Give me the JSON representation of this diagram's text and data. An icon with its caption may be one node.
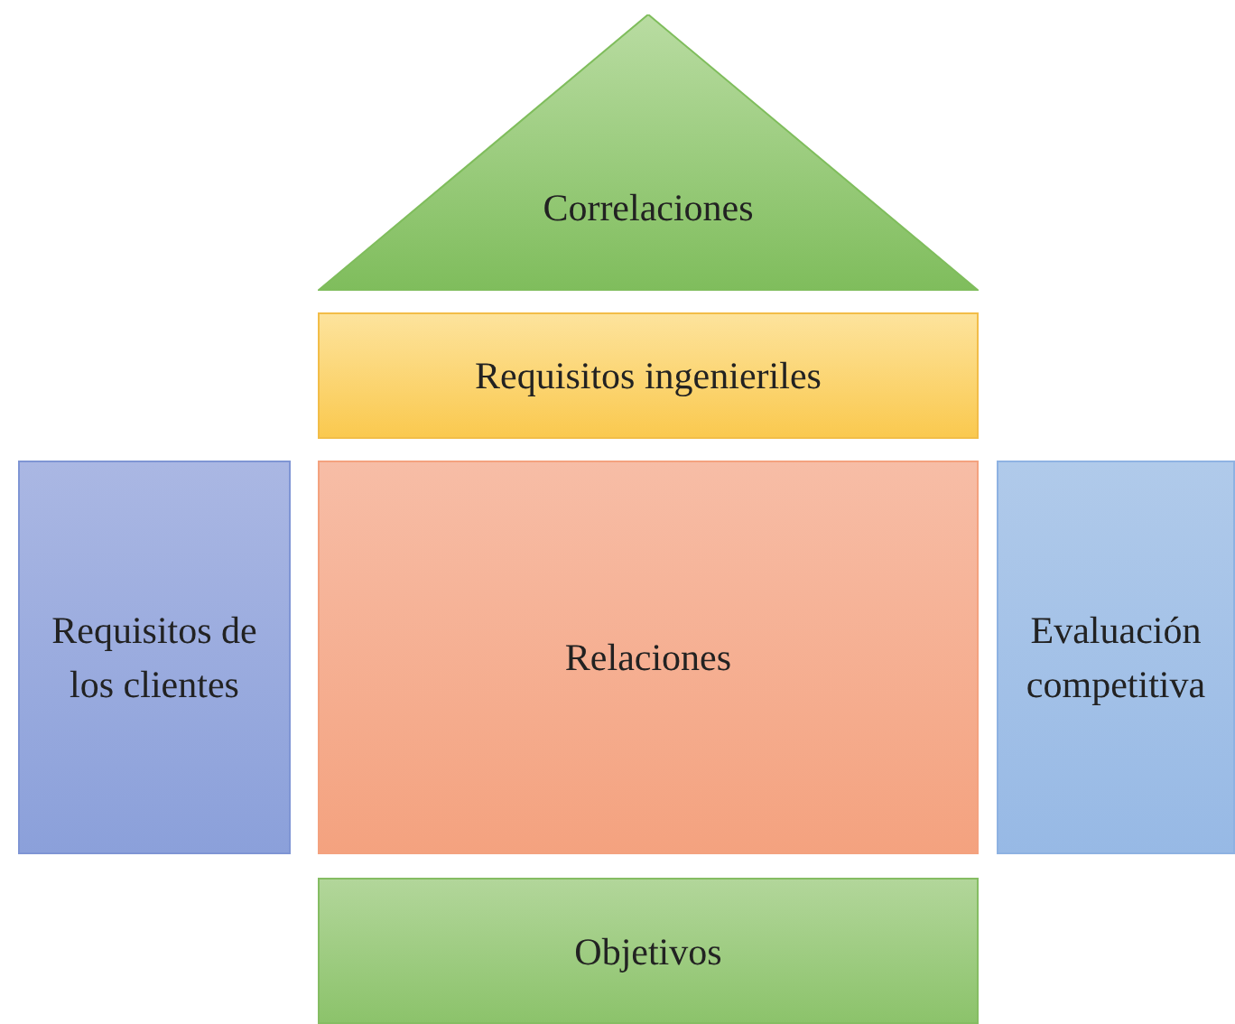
{
  "diagram": {
    "nodes": [
      {
        "text": [
          "Correlaciones"
        ]
      },
      {
        "text": [
          "Requisitos ingenieriles"
        ]
      },
      {
        "text": [
          "Requisitos de los clientes"
        ]
      },
      {
        "text": [
          "Relaciones"
        ]
      },
      {
        "text": [
          "Evaluación competitiva"
        ]
      },
      {
        "text": [
          "Objetivos"
        ]
      }
    ],
    "edges": []
  }
}
